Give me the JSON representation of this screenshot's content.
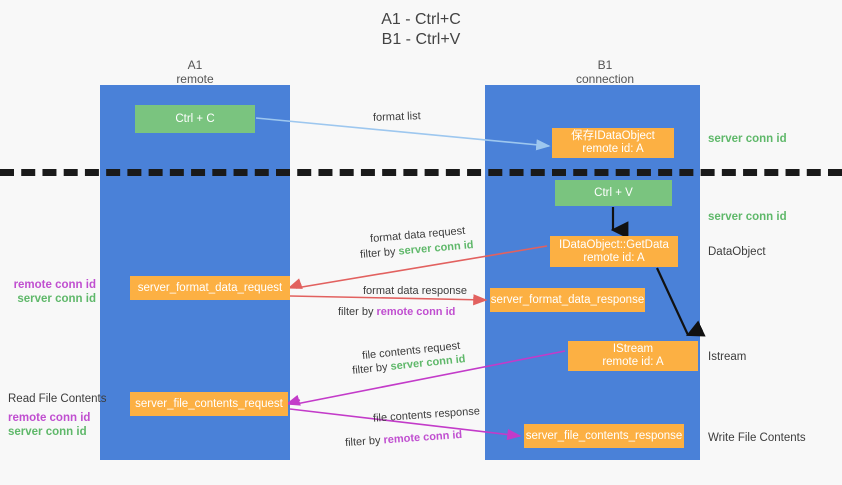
{
  "title": {
    "line1": "A1 - Ctrl+C",
    "line2": "B1 - Ctrl+V"
  },
  "columns": {
    "left": {
      "name": "A1",
      "role": "remote"
    },
    "right": {
      "name": "B1",
      "role": "connection"
    }
  },
  "boxes": {
    "ctrl_c": {
      "label": "Ctrl + C",
      "color": "#7ac47f"
    },
    "idataobject": {
      "line1": "保存IDataObject",
      "line2": "remote id: A",
      "color": "#fcb043"
    },
    "ctrl_v": {
      "label": "Ctrl + V",
      "color": "#7ac47f"
    },
    "getdata": {
      "line1": "IDataObject::GetData",
      "line2": "remote id: A",
      "color": "#fcb043"
    },
    "format_data_request": {
      "label": "server_format_data_request",
      "color": "#fcb043"
    },
    "format_data_response": {
      "label": "server_format_data_response",
      "color": "#fcb043"
    },
    "istream": {
      "line1": "IStream",
      "line2": "remote id: A",
      "color": "#fcb043"
    },
    "file_contents_request": {
      "label": "server_file_contents_request",
      "color": "#fcb043"
    },
    "file_contents_response": {
      "label": "server_file_contents_response",
      "color": "#fcb043"
    }
  },
  "flows": {
    "format_list": {
      "label": "format list"
    },
    "format_data_request": {
      "label": "format data request",
      "filter_prefix": "filter by ",
      "filter_id": "server conn id"
    },
    "format_data_response": {
      "label": "format data response",
      "filter_prefix": "filter by ",
      "filter_id": "remote conn id"
    },
    "file_contents_request": {
      "label": "file contents request",
      "filter_prefix": "filter by ",
      "filter_id": "server conn id"
    },
    "file_contents_response": {
      "label": "file contents response",
      "filter_prefix": "filter by ",
      "filter_id": "remote conn id"
    }
  },
  "annotations": {
    "right": {
      "server_conn_id_top": "server conn id",
      "server_conn_id_mid": "server conn id",
      "dataobject": "DataObject",
      "istream": "Istream",
      "write_file_contents": "Write File Contents"
    },
    "left": {
      "remote_conn_id_1": "remote conn id",
      "server_conn_id_1": "server conn id",
      "read_file_contents": "Read File Contents",
      "remote_conn_id_2": "remote conn id",
      "server_conn_id_2": "server conn id"
    }
  },
  "colors": {
    "lane": "#4a81d8",
    "green_box": "#7ac47f",
    "orange_box": "#fcb043",
    "server_conn_id": "#5fb86a",
    "remote_conn_id": "#c04fd0",
    "arrow_format_list": "#9dc7ef",
    "arrow_format_data": "#e2615f",
    "arrow_file_contents": "#c33bc9",
    "arrow_internal": "#111111",
    "background": "#f8f8f8"
  }
}
